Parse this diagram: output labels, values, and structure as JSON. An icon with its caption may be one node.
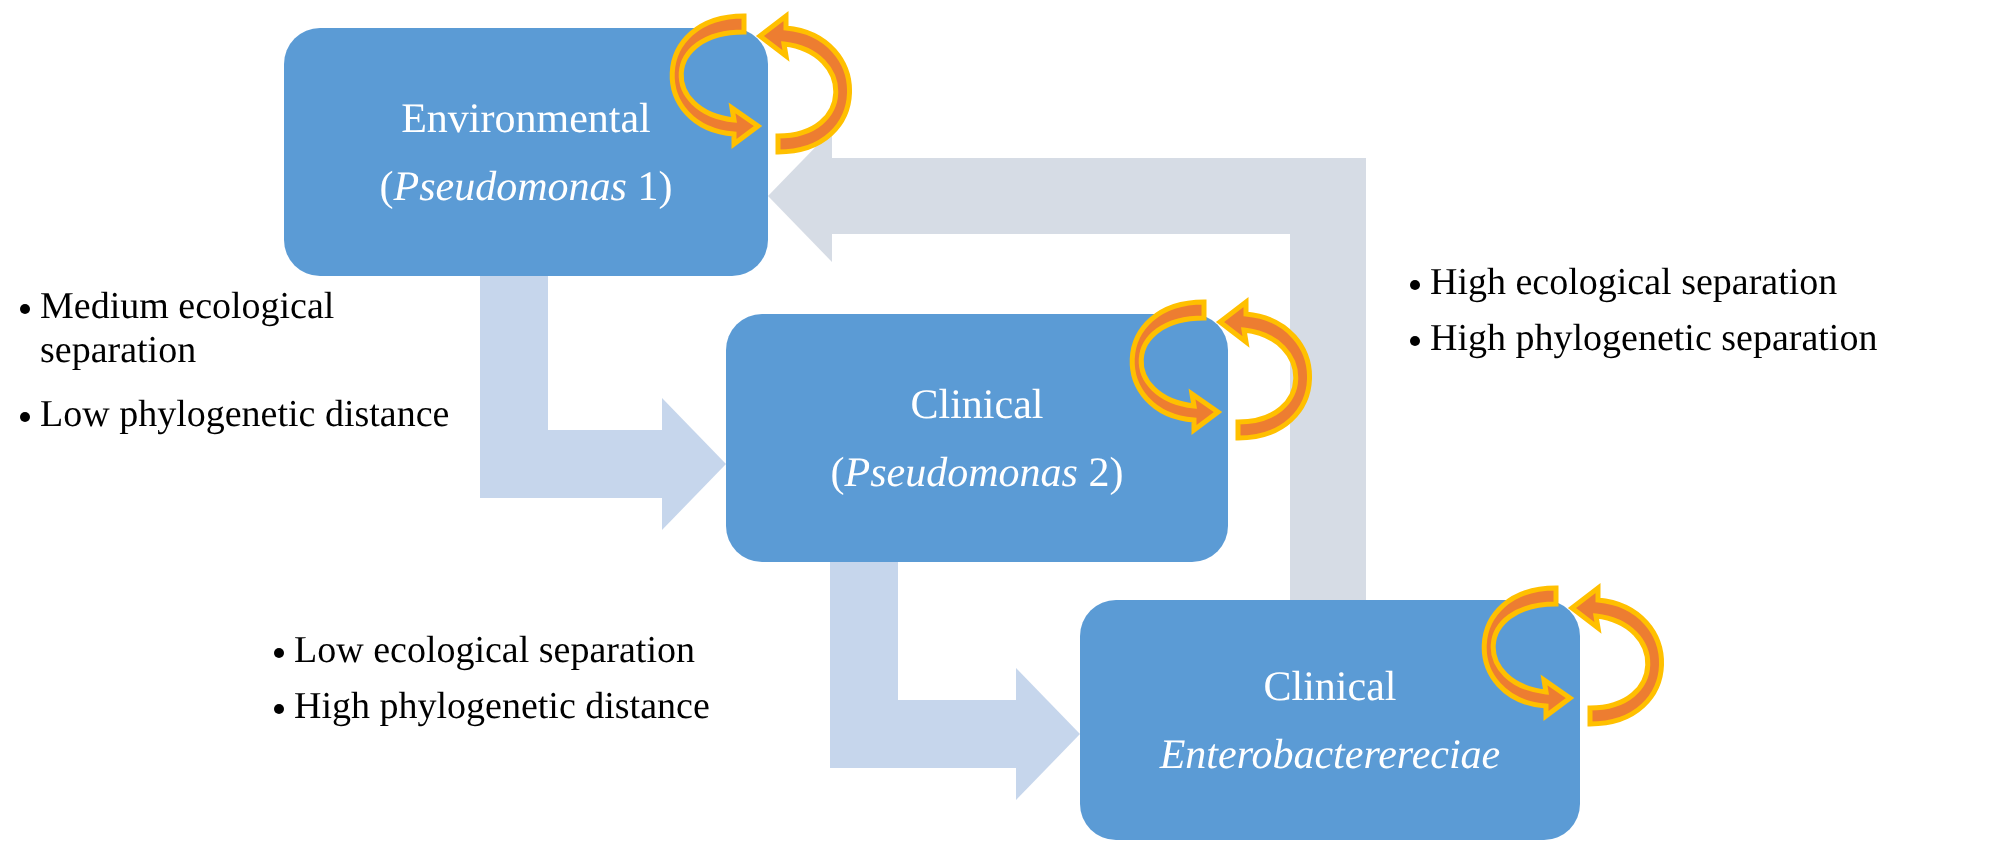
{
  "diagram": {
    "nodes": [
      {
        "text": [
          "Environmental",
          "(*Pseudomonas* 1)"
        ]
      },
      {
        "text": [
          "Clinical",
          "(*Pseudomonas* 2)"
        ]
      },
      {
        "text": [
          "Clinical",
          "Enterobacterereciae"
        ]
      }
    ],
    "edges": [
      {
        "from": 0,
        "to": 1,
        "arrow": "to"
      },
      {
        "from": 1,
        "to": 2,
        "arrow": "to"
      },
      {
        "from": 2,
        "to": 0,
        "arrow": "to",
        "color": "#d6dce5"
      }
    ],
    "labels": [
      "Medium ecological separation",
      "Low phylogenetic distance",
      "Low ecological separation",
      "High phylogenetic distance",
      "High ecological separation",
      "High phylogenetic separation"
    ]
  }
}
